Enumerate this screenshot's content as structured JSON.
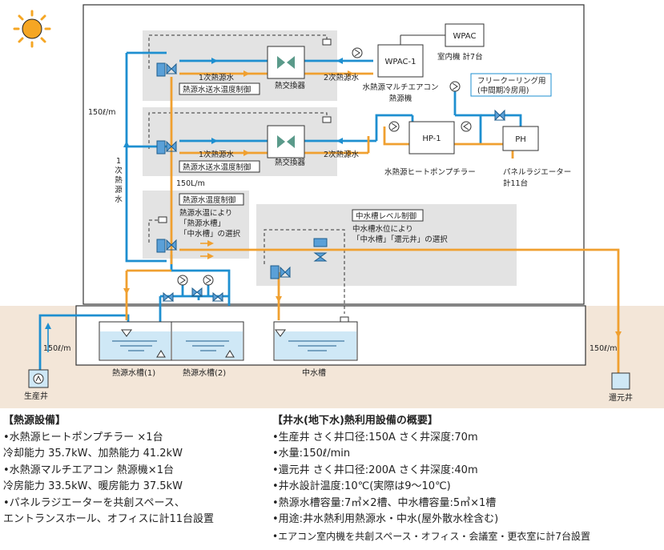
{
  "diagram": {
    "wpac": "WPAC",
    "wpac_indoor": "室内機 計7台",
    "wpac1": "WPAC-1",
    "wpac1_caption1": "水熱源マルチエアコン",
    "wpac1_caption2": "熱源機",
    "primary_water_a": "1次熱源水",
    "primary_water_b": "1次熱源水",
    "control_a": "熱源水送水温度制御",
    "control_b": "熱源水送水温度制御",
    "hx_a": "熱交換器",
    "hx_b": "熱交換器",
    "secondary_water_a": "2次熱源水",
    "secondary_water_b": "2次熱源水",
    "free_cooling_1": "フリークーリング用",
    "free_cooling_2": "(中間期冷房用)",
    "hp1": "HP-1",
    "ph": "PH",
    "hp_caption": "水熱源ヒートポンプチラー",
    "panel_caption1": "パネルラジエーター",
    "panel_caption2": "計11台",
    "flow_150_top": "150ℓ/m",
    "flow_150_mid": "150L/m",
    "vertical_label": [
      "1",
      "次",
      "熱",
      "源",
      "水"
    ],
    "temp_ctrl_title": "熱源水温度制御",
    "temp_ctrl_1": "熱源水温により",
    "temp_ctrl_2": "「熱源水槽」",
    "temp_ctrl_3": "「中水槽」の選択",
    "level_ctrl_title": "中水槽レベル制御",
    "level_ctrl_1": "中水槽水位により",
    "level_ctrl_2": "「中水槽」「還元井」の選択",
    "flow_150_left": "150ℓ/m",
    "flow_150_right": "150ℓ/m",
    "tank1": "熱源水槽(1)",
    "tank2": "熱源水槽(2)",
    "tank_mid": "中水槽",
    "well_production": "生産井",
    "well_return": "還元井"
  },
  "equipment": {
    "heading": "【熱源設備】",
    "lines": [
      "•水熱源ヒートポンプチラー ×1台",
      "  冷却能力 35.7kW、加熱能力 41.2kW",
      "•水熱源マルチエアコン 熱源機×1台",
      "  冷房能力 33.5kW、暖房能力 37.5kW",
      "•パネルラジエーターを共創スペース、",
      "  エントランスホール、オフィスに計11台設置"
    ]
  },
  "overview": {
    "heading": "【井水(地下水)熱利用設備の概要】",
    "lines": [
      "•生産井 さく井口径:150A さく井深度:70m",
      "•水量:150ℓ/min",
      "•還元井 さく井口径:200A さく井深度:40m",
      "•井水設計温度:10℃(実際は9〜10℃)",
      "•熱源水槽容量:7㎥×2槽、中水槽容量:5㎥×1槽",
      "•用途:井水熱利用熱源水・中水(屋外散水栓含む)",
      "•エアコン室内機を共創スペース・オフィス・会議室・更衣室に計7台設置"
    ]
  },
  "colors": {
    "blue_pipe": "#1e8fd0",
    "orange_pipe": "#f0a030",
    "ground": "#f3e6d8",
    "panel": "#e3e3e3",
    "sun": "#f5a623",
    "tank_water": "#cfe8f6"
  }
}
